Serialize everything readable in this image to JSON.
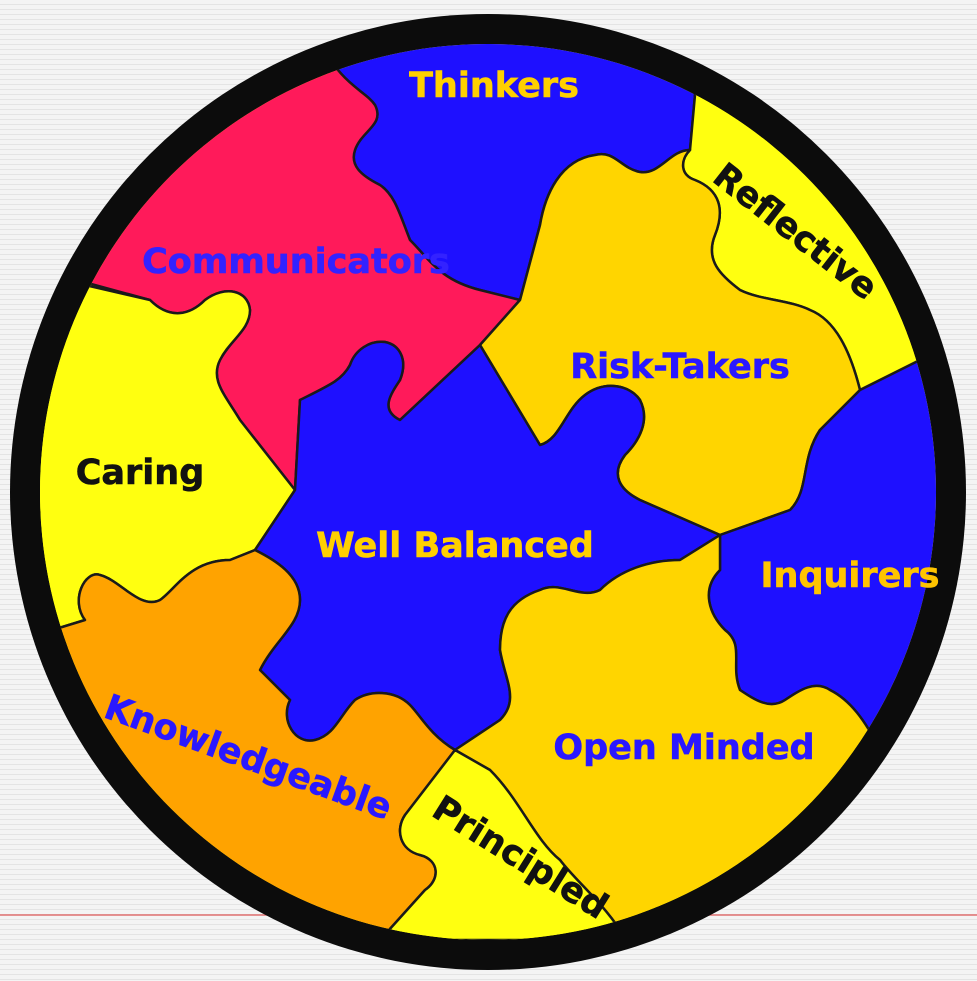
{
  "colors": {
    "rim": "#0c0c0c",
    "pink": "#ff1a5a",
    "blue": "#1e10ff",
    "yellow": "#ffff10",
    "gold": "#ffd500",
    "orange": "#ffa300",
    "rule": "#e07070"
  },
  "pieces": [
    {
      "label": "Thinkers",
      "fill": "blue",
      "text_color": "#ffd000"
    },
    {
      "label": "Reflective",
      "fill": "yellow",
      "text_color": "#111111"
    },
    {
      "label": "Communicators",
      "fill": "pink",
      "text_color": "#3322ff"
    },
    {
      "label": "Risk-Takers",
      "fill": "gold",
      "text_color": "#2a18ff"
    },
    {
      "label": "Caring",
      "fill": "yellow",
      "text_color": "#111111"
    },
    {
      "label": "Well Balanced",
      "fill": "blue",
      "text_color": "#ffd000"
    },
    {
      "label": "Inquirers",
      "fill": "blue",
      "text_color": "#ffc400"
    },
    {
      "label": "Knowledgeable",
      "fill": "orange",
      "text_color": "#2a18ff"
    },
    {
      "label": "Open Minded",
      "fill": "gold",
      "text_color": "#2a18ff"
    },
    {
      "label": "Principled",
      "fill": "yellow",
      "text_color": "#111111"
    }
  ]
}
